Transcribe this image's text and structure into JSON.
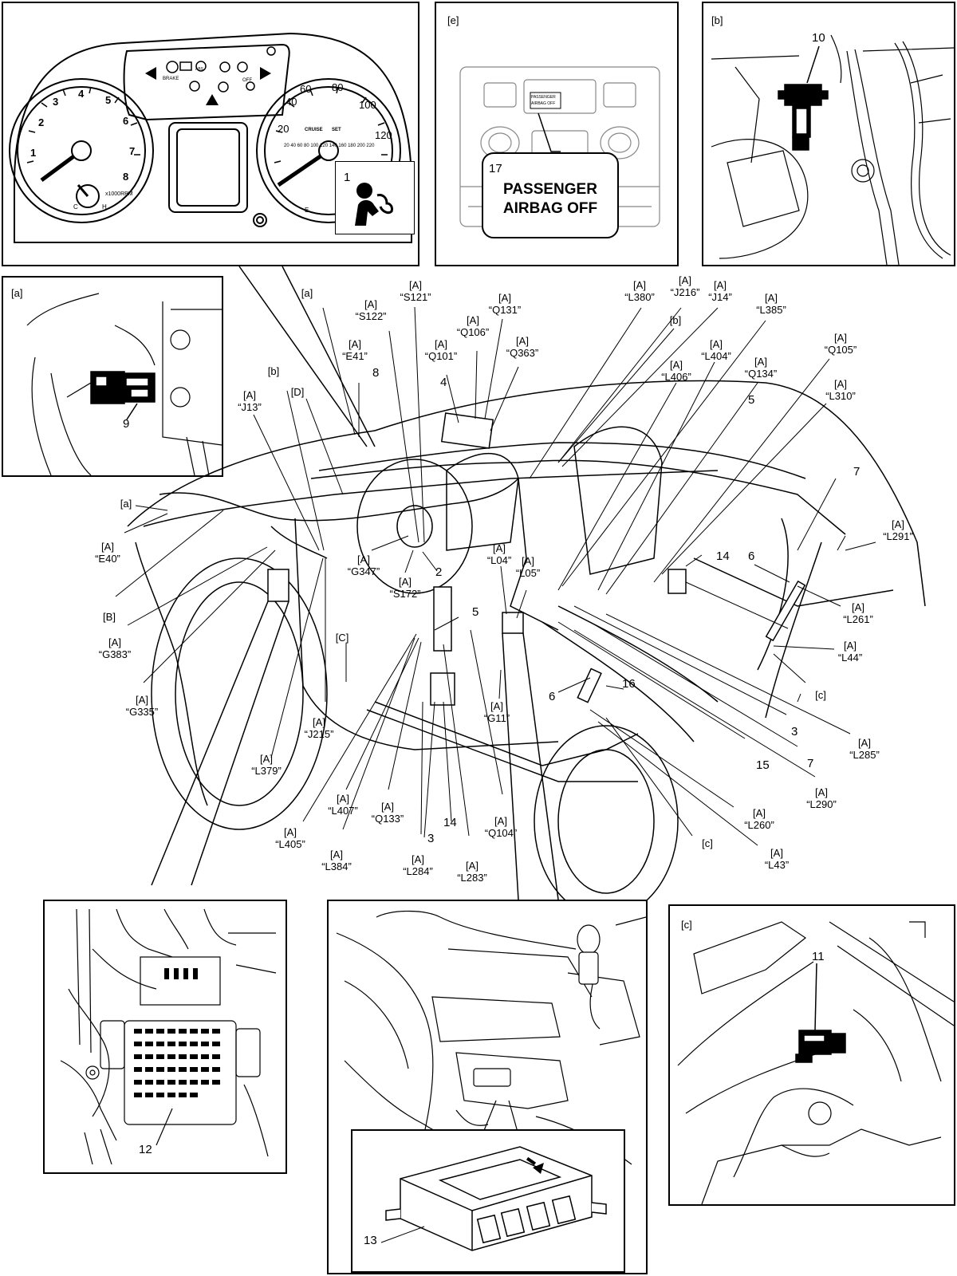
{
  "panels": {
    "cluster": {
      "callout": "1"
    },
    "e": {
      "tag": "[e]",
      "callout": "17",
      "message_line1": "PASSENGER",
      "message_line2": "AIRBAG OFF",
      "screen_line1": "PASSENGER",
      "screen_line2": "AIRBAG OFF"
    },
    "b": {
      "tag": "[b]",
      "callout": "10"
    },
    "a": {
      "tag": "[a]",
      "callout": "9"
    },
    "c": {
      "tag": "[c]",
      "callout": "11"
    },
    "fuse": {
      "callout": "12"
    },
    "module": {
      "callout": "13"
    }
  },
  "cluster_text": {
    "tach": [
      "1",
      "2",
      "3",
      "4",
      "5",
      "6",
      "7",
      "8"
    ],
    "tach_unit": "x1000RPM",
    "speed": [
      "20",
      "40",
      "60",
      "80",
      "100",
      "120"
    ],
    "speed_inner": "20 40 60 80 100 120 140 160 180 200 220",
    "cruise": "CRUISE",
    "set": "SET",
    "temp_c": "C",
    "temp_h": "H",
    "fuel_e": "E",
    "brake": "BRAKE",
    "abs": "ABS",
    "off": "OFF"
  },
  "main_labels": [
    {
      "top": "[a]",
      "text": ""
    },
    {
      "top": "[A]",
      "text": "“E41”"
    },
    {
      "top": "[A]",
      "text": "“S122”"
    },
    {
      "top": "[A]",
      "text": "“S121”"
    },
    {
      "top": "[A]",
      "text": "“Q101”"
    },
    {
      "top": "[A]",
      "text": "“Q106”"
    },
    {
      "top": "[A]",
      "text": "“Q131”"
    },
    {
      "top": "[A]",
      "text": "“Q363”"
    },
    {
      "top": "[A]",
      "text": "“L380”"
    },
    {
      "top": "[A]",
      "text": "“J216”"
    },
    {
      "top": "[A]",
      "text": "“J14”"
    },
    {
      "top": "[A]",
      "text": "“L385”"
    },
    {
      "top": "[b]",
      "text": ""
    },
    {
      "top": "[A]",
      "text": "“L406”"
    },
    {
      "top": "[A]",
      "text": "“L404”"
    },
    {
      "top": "[A]",
      "text": "“Q134”"
    },
    {
      "top": "[A]",
      "text": "“Q105”"
    },
    {
      "top": "[A]",
      "text": "“L310”"
    },
    {
      "top": "[A]",
      "text": "“J13”"
    },
    {
      "top": "[b]",
      "text": ""
    },
    {
      "top": "[D]",
      "text": ""
    },
    {
      "top": "[a]",
      "text": ""
    },
    {
      "top": "[A]",
      "text": "“E40”"
    },
    {
      "top": "[B]",
      "text": ""
    },
    {
      "top": "[A]",
      "text": "“G383”"
    },
    {
      "top": "[A]",
      "text": "“G335”"
    },
    {
      "top": "[A]",
      "text": "“G347”"
    },
    {
      "top": "[A]",
      "text": "“S172”"
    },
    {
      "top": "[A]",
      "text": "“L04”"
    },
    {
      "top": "[A]",
      "text": "“L05”"
    },
    {
      "top": "[C]",
      "text": ""
    },
    {
      "top": "[A]",
      "text": "“J215”"
    },
    {
      "top": "[A]",
      "text": "“L379”"
    },
    {
      "top": "[A]",
      "text": "“G11”"
    },
    {
      "top": "[A]",
      "text": "“L291”"
    },
    {
      "top": "[A]",
      "text": "“L261”"
    },
    {
      "top": "[A]",
      "text": "“L44”"
    },
    {
      "top": "[c]",
      "text": ""
    },
    {
      "top": "[A]",
      "text": "“L285”"
    },
    {
      "top": "[A]",
      "text": "“L290”"
    },
    {
      "top": "[A]",
      "text": "“L260”"
    },
    {
      "top": "[A]",
      "text": "“L43”"
    },
    {
      "top": "[c]",
      "text": ""
    },
    {
      "top": "[A]",
      "text": "“L407”"
    },
    {
      "top": "[A]",
      "text": "“Q133”"
    },
    {
      "top": "[A]",
      "text": "“L405”"
    },
    {
      "top": "[A]",
      "text": "“L384”"
    },
    {
      "top": "[A]",
      "text": "“L284”"
    },
    {
      "top": "[A]",
      "text": "“L283”"
    },
    {
      "top": "[A]",
      "text": "“Q104”"
    }
  ],
  "callouts": [
    "8",
    "4",
    "2",
    "5",
    "5",
    "7",
    "14",
    "6",
    "16",
    "3",
    "7",
    "15",
    "6",
    "3",
    "14"
  ]
}
